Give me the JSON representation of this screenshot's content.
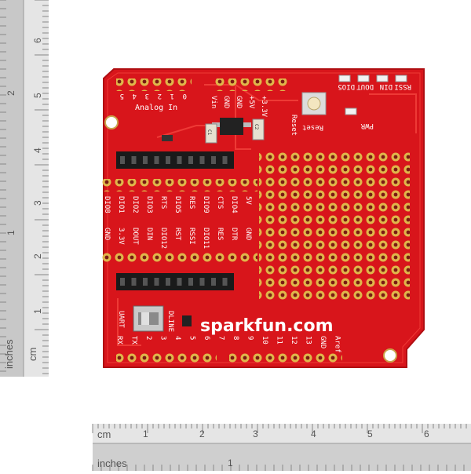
{
  "rulers": {
    "left": {
      "cm_unit": "cm",
      "inch_unit": "inches",
      "cm_ticks": [
        "1",
        "2",
        "3",
        "4",
        "5",
        "6"
      ],
      "inch_ticks": [
        "1",
        "2"
      ]
    },
    "bottom": {
      "cm_unit": "cm",
      "inch_unit": "inches",
      "cm_ticks": [
        "1",
        "2",
        "3",
        "4",
        "5",
        "6"
      ],
      "inch_ticks": [
        "1"
      ]
    }
  },
  "board": {
    "brand": "sparkfun.com",
    "analog_label": "Analog In",
    "analog_pins": [
      "5",
      "4",
      "3",
      "2",
      "1",
      "0"
    ],
    "power_pins": [
      "Vin",
      "GND",
      "GND",
      "+5V",
      "+3.3V"
    ],
    "reset_label": "Reset",
    "reset_button_label": "Reset",
    "led_labels": [
      "RSSI",
      "DIN",
      "DOUT",
      "DIO5"
    ],
    "pwr_label": "PWR",
    "xbee_top_labels": [
      "DIO8",
      "DIO1",
      "DIO2",
      "DIO3",
      "RTS",
      "DIO5",
      "RES",
      "DIO9",
      "CTS",
      "DIO4",
      "5V"
    ],
    "xbee_bottom_labels": [
      "GND",
      "3.3V",
      "DOUT",
      "DIN",
      "DIO12",
      "RST",
      "RSSI",
      "DIO11",
      "RES",
      "DTR",
      "GND"
    ],
    "switch_labels": [
      "UART",
      "DLINE"
    ],
    "digital_labels": [
      "RX",
      "TX",
      "2",
      "3",
      "4",
      "5",
      "6",
      "7",
      "8",
      "9",
      "10",
      "11",
      "12",
      "13",
      "GND",
      "Aref"
    ],
    "cap_labels": [
      "C1",
      "C2"
    ]
  }
}
